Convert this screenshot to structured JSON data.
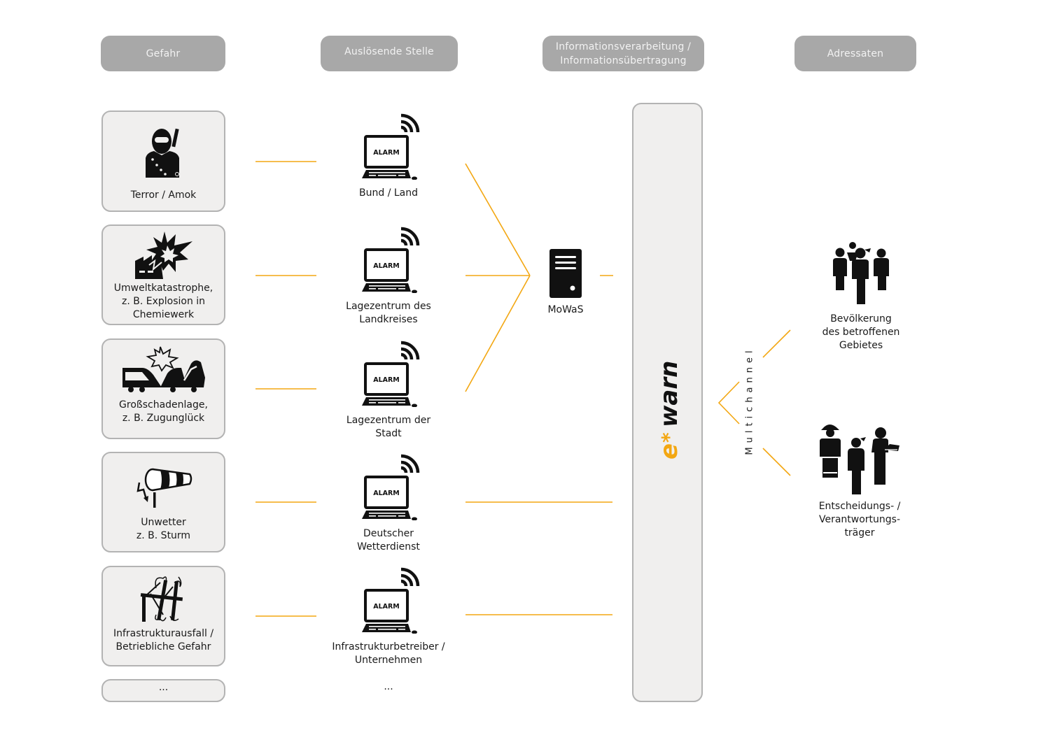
{
  "colors": {
    "accent": "#f3a712",
    "header_bg": "#a8a8a8",
    "card_bg": "#f0efee",
    "card_border": "#b3b3b3",
    "icon": "#111111"
  },
  "headers": {
    "gefahr": "Gefahr",
    "ausloesende_stelle": "Auslösende Stelle",
    "info_line1": "Informationsverarbeitung /",
    "info_line2": "Informationsübertragung",
    "adressaten": "Adressaten"
  },
  "hazards": [
    {
      "icon": "terrorist-icon",
      "lines": [
        "Terror / Amok"
      ]
    },
    {
      "icon": "chemical-explosion-icon",
      "lines": [
        "Umweltkatastrophe,",
        "z. B. Explosion in",
        "Chemiewerk"
      ]
    },
    {
      "icon": "train-crash-icon",
      "lines": [
        "Großschadenlage,",
        "z. B. Zugunglück"
      ]
    },
    {
      "icon": "windsock-storm-icon",
      "lines": [
        "Unwetter",
        "z. B. Sturm"
      ]
    },
    {
      "icon": "broken-infrastructure-icon",
      "lines": [
        "Infrastrukturausfall /",
        "Betriebliche Gefahr"
      ]
    },
    {
      "lines": [
        "..."
      ]
    }
  ],
  "sources": [
    {
      "screen_text": "ALARM",
      "lines": [
        "Bund / Land"
      ]
    },
    {
      "screen_text": "ALARM",
      "lines": [
        "Lagezentrum des",
        "Landkreises"
      ]
    },
    {
      "screen_text": "ALARM",
      "lines": [
        "Lagezentrum der",
        "Stadt"
      ]
    },
    {
      "screen_text": "ALARM",
      "lines": [
        "Deutscher",
        "Wetterdienst"
      ]
    },
    {
      "screen_text": "ALARM",
      "lines": [
        "Infrastrukturbetreiber /",
        "Unternehmen"
      ]
    }
  ],
  "sources_more": "...",
  "mowas": {
    "label": "MoWaS",
    "icon": "server-icon"
  },
  "ewarn": {
    "logo_e": "e",
    "logo_star": "*",
    "logo_warn": "warn"
  },
  "multichannel": "Multichannel",
  "recipients": [
    {
      "icon": "population-group-icon",
      "lines": [
        "Bevölkerung",
        "des betroffenen",
        "Gebietes"
      ]
    },
    {
      "icon": "decision-makers-icon",
      "lines": [
        "Entscheidungs- /",
        "Verantwortungs-",
        "träger"
      ]
    }
  ]
}
